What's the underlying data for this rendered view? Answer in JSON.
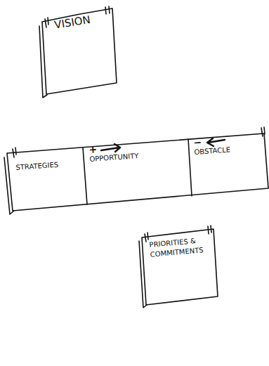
{
  "diagram": {
    "nodes": [
      {
        "text": [
          "VISION"
        ]
      },
      {
        "text": [
          "STRATEGIES"
        ]
      },
      {
        "text": [
          "+",
          "OPPORTUNITY"
        ]
      },
      {
        "text": [
          "−",
          "OBSTACLE"
        ]
      },
      {
        "text": [
          "PRIORITIES & COMMITMENTS"
        ]
      }
    ]
  }
}
